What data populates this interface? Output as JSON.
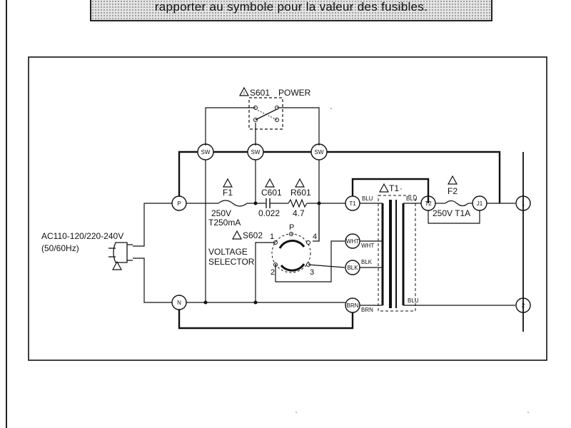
{
  "banner": {
    "text": "rapporter au symbole pour la valeur des fusibles."
  },
  "switch_s601": {
    "ref": "S601",
    "name": "POWER"
  },
  "terminals": {
    "sw": "SW",
    "p": "P",
    "n": "N",
    "t1": "T1",
    "t2": "T2",
    "j1": "J1",
    "wht": "WHT",
    "blk": "BLK",
    "brn": "BRN",
    "out1": "1",
    "out2": "2"
  },
  "fuse_f1": {
    "ref": "F1",
    "rating": "250V",
    "value": "T250mA"
  },
  "cap_c601": {
    "ref": "C601",
    "value": "0.022"
  },
  "res_r601": {
    "ref": "R601",
    "value": "4.7"
  },
  "transformer": {
    "ref": "T1",
    "label_dot": "·"
  },
  "fuse_f2": {
    "ref": "F2",
    "value": "250V T1A"
  },
  "selector": {
    "ref": "S602",
    "line1": "VOLTAGE",
    "line2": "SELECTOR",
    "pin_p": "P",
    "pin1": "1",
    "pin2": "2",
    "pin3": "3",
    "pin4": "4"
  },
  "input": {
    "line1": "AC110-120/220-240V",
    "line2": "(50/60Hz)"
  },
  "wires": {
    "blu": "BLU",
    "wht": "WHT",
    "blk": "BLK",
    "brn": "BRN"
  },
  "warning_symbol": "⚠"
}
